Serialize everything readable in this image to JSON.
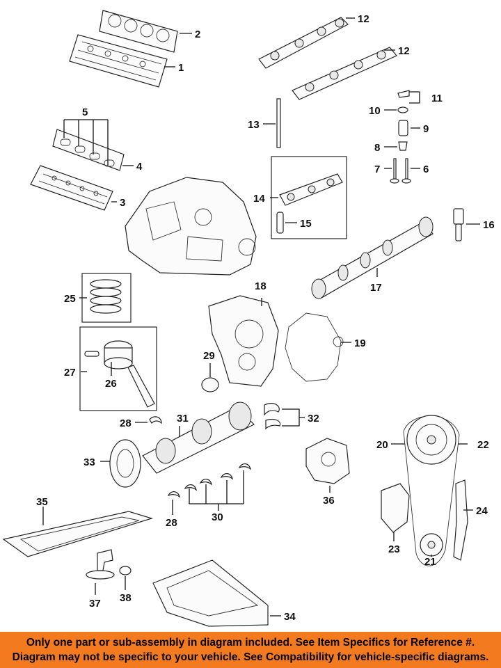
{
  "callouts": [
    {
      "id": "c1",
      "label": "1"
    },
    {
      "id": "c2",
      "label": "2"
    },
    {
      "id": "c3",
      "label": "3"
    },
    {
      "id": "c4",
      "label": "4"
    },
    {
      "id": "c5",
      "label": "5"
    },
    {
      "id": "c6",
      "label": "6"
    },
    {
      "id": "c7",
      "label": "7"
    },
    {
      "id": "c8",
      "label": "8"
    },
    {
      "id": "c9",
      "label": "9"
    },
    {
      "id": "c10",
      "label": "10"
    },
    {
      "id": "c11",
      "label": "11"
    },
    {
      "id": "c12a",
      "label": "12"
    },
    {
      "id": "c12b",
      "label": "12"
    },
    {
      "id": "c13",
      "label": "13"
    },
    {
      "id": "c14",
      "label": "14"
    },
    {
      "id": "c15",
      "label": "15"
    },
    {
      "id": "c16",
      "label": "16"
    },
    {
      "id": "c17",
      "label": "17"
    },
    {
      "id": "c18",
      "label": "18"
    },
    {
      "id": "c19",
      "label": "19"
    },
    {
      "id": "c20",
      "label": "20"
    },
    {
      "id": "c21",
      "label": "21"
    },
    {
      "id": "c22",
      "label": "22"
    },
    {
      "id": "c23",
      "label": "23"
    },
    {
      "id": "c24",
      "label": "24"
    },
    {
      "id": "c25",
      "label": "25"
    },
    {
      "id": "c26",
      "label": "26"
    },
    {
      "id": "c27",
      "label": "27"
    },
    {
      "id": "c28a",
      "label": "28"
    },
    {
      "id": "c28b",
      "label": "28"
    },
    {
      "id": "c29",
      "label": "29"
    },
    {
      "id": "c30",
      "label": "30"
    },
    {
      "id": "c31",
      "label": "31"
    },
    {
      "id": "c32",
      "label": "32"
    },
    {
      "id": "c33",
      "label": "33"
    },
    {
      "id": "c34",
      "label": "34"
    },
    {
      "id": "c35",
      "label": "35"
    },
    {
      "id": "c36",
      "label": "36"
    },
    {
      "id": "c37",
      "label": "37"
    },
    {
      "id": "c38",
      "label": "38"
    }
  ],
  "footer": {
    "line1": "Only one part or sub-assembly in diagram included. See Item Specifics for Reference #.",
    "line2": "Diagram may not be specific to your vehicle. See Compatibility for vehicle-specific diagrams.",
    "background": "#f47a1f"
  }
}
